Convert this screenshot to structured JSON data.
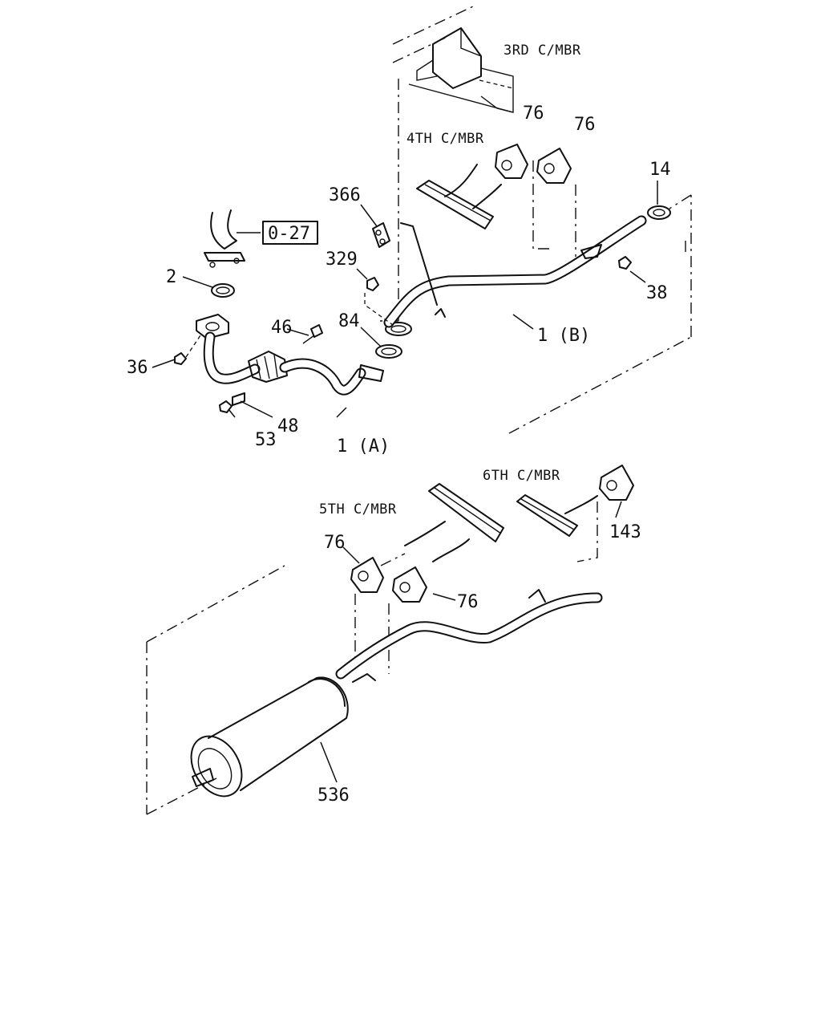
{
  "labels": {
    "p1a": "1 (A)",
    "p1b": "1 (B)",
    "p2": "2",
    "p14": "14",
    "p36": "36",
    "p38": "38",
    "p46": "46",
    "p48": "48",
    "p53": "53",
    "p76_a": "76",
    "p76_b": "76",
    "p76_c": "76",
    "p76_d": "76",
    "p84": "84",
    "p143": "143",
    "p329": "329",
    "p366": "366",
    "p536": "536",
    "ref": "0-27"
  },
  "crossmembers": {
    "third": "3RD C/MBR",
    "fourth": "4TH C/MBR",
    "fifth": "5TH C/MBR",
    "sixth": "6TH C/MBR"
  }
}
